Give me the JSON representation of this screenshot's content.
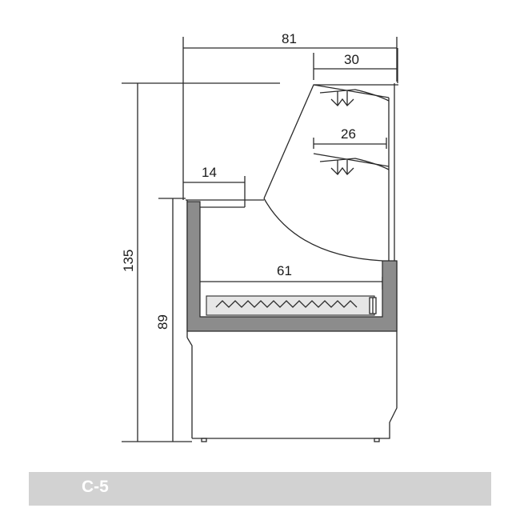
{
  "colors": {
    "line": "#2a2a2a",
    "fill_gray": "#8c8c8c",
    "light_gray": "#e6e6e6",
    "footer_bg": "#d2d2d2",
    "footer_text": "#ffffff"
  },
  "dimensions": {
    "overall_width": "81",
    "top_shelf_width": "30",
    "middle_shelf_width": "26",
    "counter_ledge_width": "14",
    "inner_base_width": "61",
    "total_height": "135",
    "counter_height": "89"
  },
  "footer": {
    "model": "C-5"
  }
}
